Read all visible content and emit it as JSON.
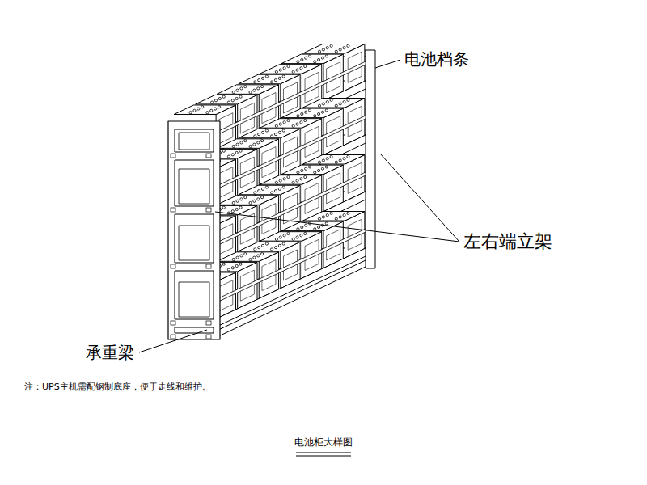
{
  "diagram": {
    "caption": "电池柜大样图",
    "labels": [
      "电池档条",
      "左右端立架",
      "承重梁",
      "注：UPS主机需配钢制底座，便于走线和维护。"
    ]
  }
}
